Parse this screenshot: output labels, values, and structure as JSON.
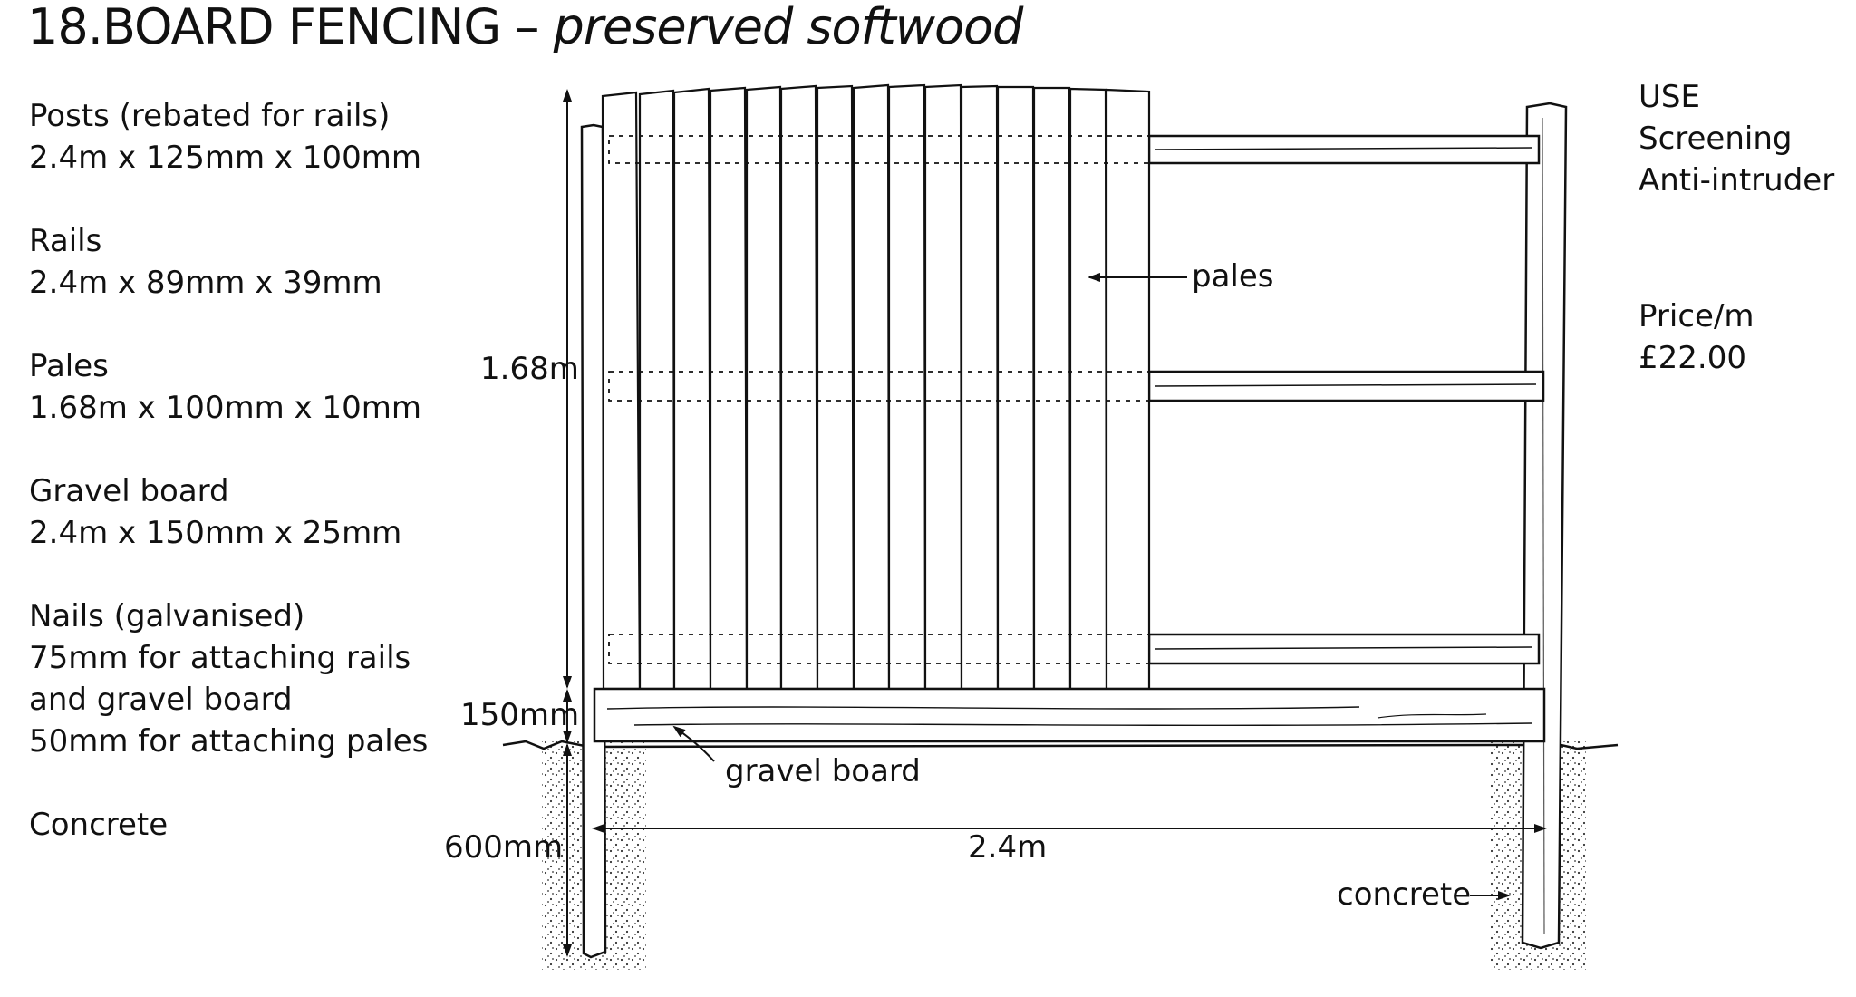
{
  "title": {
    "number": "18.",
    "main": "BOARD FENCING",
    "separator": "–",
    "sub": "preserved softwood"
  },
  "specs": [
    {
      "name": "posts",
      "lines": [
        "Posts (rebated for rails)",
        "2.4m x 125mm x 100mm"
      ]
    },
    {
      "name": "rails",
      "lines": [
        "Rails",
        "2.4m x 89mm x 39mm"
      ]
    },
    {
      "name": "pales",
      "lines": [
        "Pales",
        "1.68m x 100mm x 10mm"
      ]
    },
    {
      "name": "gravel-board",
      "lines": [
        "Gravel board",
        "2.4m x 150mm x 25mm"
      ]
    },
    {
      "name": "nails",
      "lines": [
        "Nails (galvanised)",
        "75mm for attaching rails",
        "and gravel board",
        "50mm for attaching pales"
      ]
    },
    {
      "name": "concrete",
      "lines": [
        "Concrete"
      ]
    }
  ],
  "use": {
    "lines": [
      "USE",
      "Screening",
      "Anti-intruder"
    ]
  },
  "price": {
    "label": "Price/m",
    "value": "£22.00"
  },
  "diagram": {
    "labels": {
      "height": "1.68m",
      "gravel_height": "150mm",
      "depth": "600mm",
      "width": "2.4m",
      "pales": "pales",
      "gravel_board": "gravel board",
      "concrete": "concrete"
    }
  }
}
